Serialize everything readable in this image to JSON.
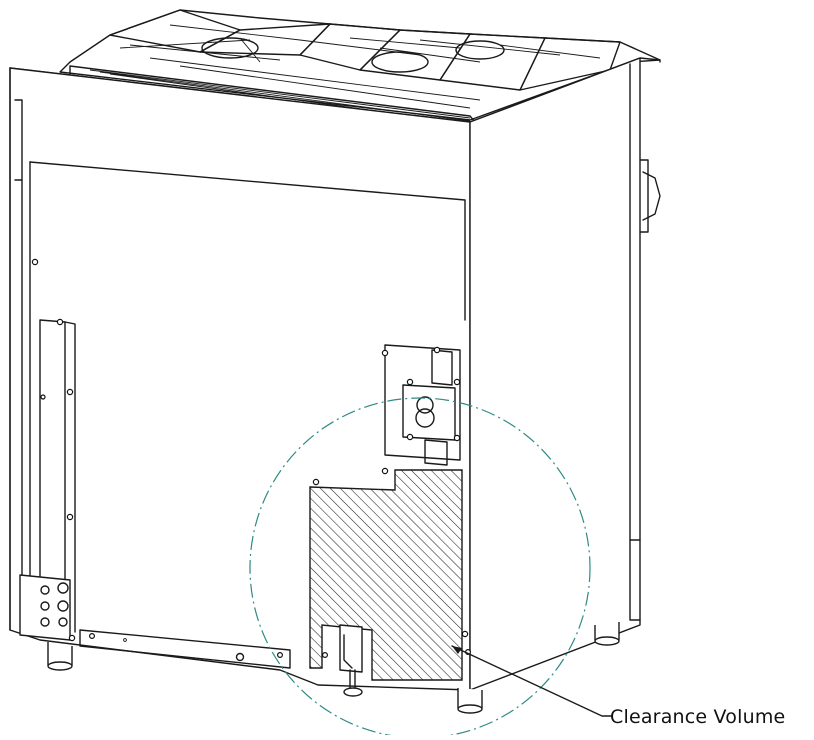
{
  "diagram": {
    "callout": {
      "label": "Clearance Volume"
    },
    "colors": {
      "line": "#1a1a1a",
      "boundary_circle": "#2e8b86",
      "hatch": "#222222",
      "background": "#ffffff"
    },
    "icons": [
      "range-appliance-drawing",
      "gas-burner-grates",
      "leveling-foot",
      "gas-regulator"
    ]
  }
}
